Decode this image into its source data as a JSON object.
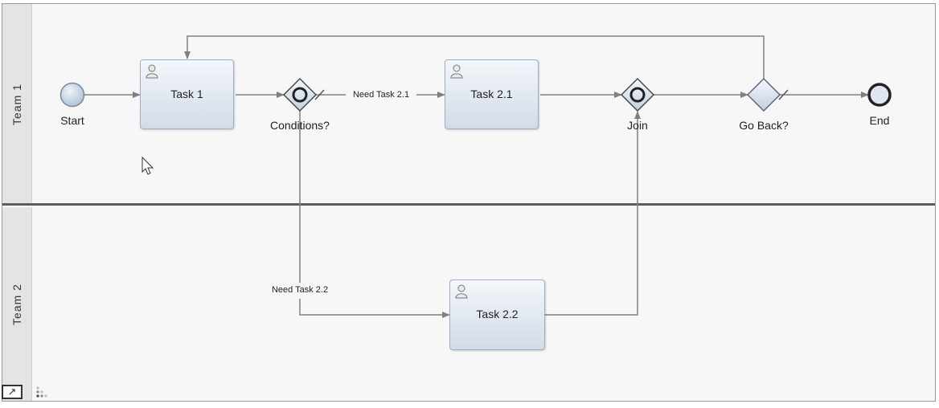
{
  "lanes": [
    {
      "label": "Team 1"
    },
    {
      "label": "Team 2"
    }
  ],
  "events": {
    "start": {
      "label": "Start"
    },
    "end": {
      "label": "End"
    }
  },
  "tasks": {
    "task1": {
      "label": "Task 1"
    },
    "task21": {
      "label": "Task 2.1"
    },
    "task22": {
      "label": "Task 2.2"
    }
  },
  "gateways": {
    "conditions": {
      "label": "Conditions?"
    },
    "join": {
      "label": "Join"
    },
    "goback": {
      "label": "Go Back?"
    }
  },
  "flows": {
    "need21": {
      "label": "Need Task 2.1"
    },
    "need22": {
      "label": "Need Task 2.2"
    }
  },
  "icons": {
    "task_type": "user-icon",
    "corner_button": "expand-icon",
    "grip": "dots-icon"
  },
  "colors": {
    "lane_divider": "#5e5e5e",
    "task_fill": "#d2dbe7",
    "event_fill": "#c9d6e6",
    "connector": "#808080"
  }
}
